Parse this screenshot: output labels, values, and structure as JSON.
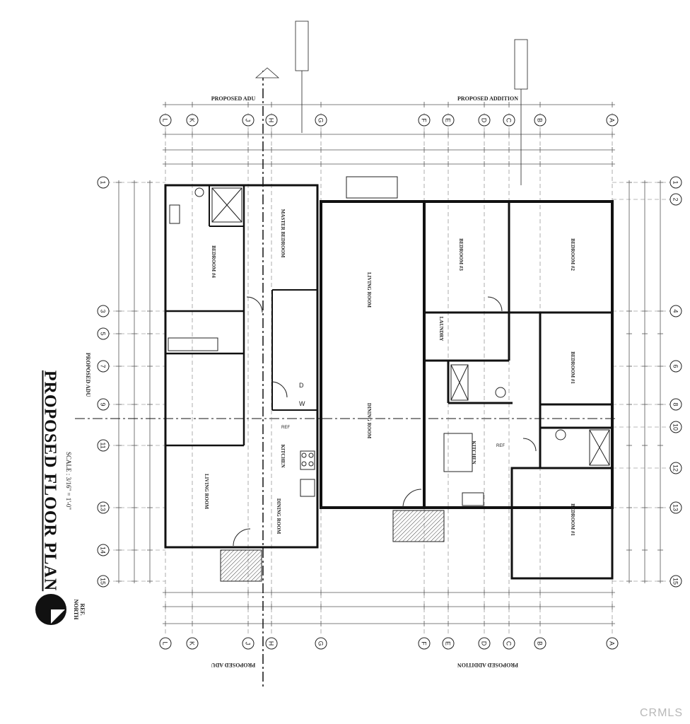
{
  "title": "PROPOSED FLOOR PLAN",
  "scale_text": "SCALE : 3/16\" = 1'-0\"",
  "north_label": "REF.\nNORTH",
  "watermark": "CRMLS",
  "top_labels": {
    "adu": "PROPOSED ADU",
    "addition": "PROPOSED ADDITION"
  },
  "bottom_labels": {
    "adu": "PROPOSED ADU",
    "addition": "PROPOSED ADDITION"
  },
  "side_label": "PROPOSED ADU",
  "grid_letters": [
    "L",
    "K",
    "J",
    "H",
    "G",
    "F",
    "E",
    "D",
    "C",
    "B",
    "A"
  ],
  "grid_numbers": [
    "1",
    "2",
    "3",
    "4",
    "5",
    "6",
    "7",
    "8",
    "9",
    "10",
    "11",
    "12",
    "13",
    "14",
    "15"
  ],
  "rooms": {
    "bedroom4": "BEDROOM #4",
    "master_bedroom": "MASTER BEDROOM",
    "living_room": "LIVING ROOM",
    "bedroom3": "BEDROOM #3",
    "bedroom2_top": "BEDROOM #2",
    "laundry": "LAUNDRY",
    "bedroom_mid": "BEDROOM #1",
    "dining_room": "DINING ROOM",
    "kitchen_addition": "KITCHEN",
    "kitchen_adu": "KITCHEN",
    "living_adu": "LIVING ROOM",
    "dining_adu": "DINING ROOM",
    "bedroom_bottom": "BEDROOM #1"
  },
  "fixtures": {
    "dryer": "D",
    "washer": "W",
    "ref": "REF"
  }
}
